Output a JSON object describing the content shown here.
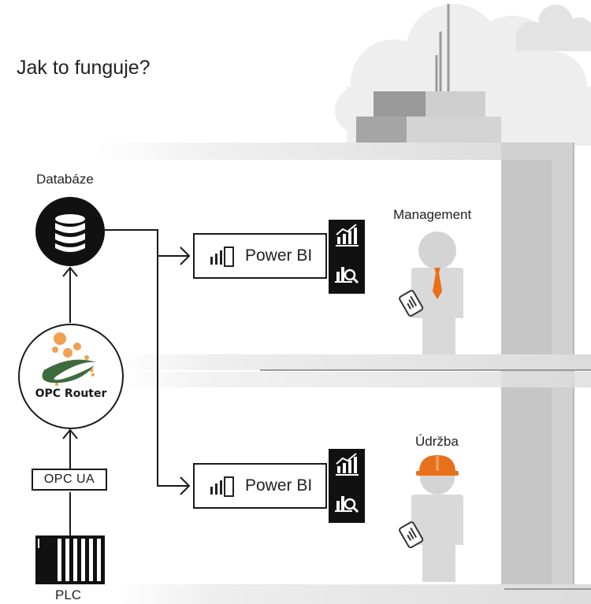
{
  "title": "Jak to funguje?",
  "nodes": {
    "database_label": "Databáze",
    "opc_router_logo_text": "OPC Router",
    "opc_ua_label": "OPC UA",
    "plc_label": "PLC"
  },
  "reports": [
    {
      "label": "Power BI"
    },
    {
      "label": "Power BI"
    }
  ],
  "roles": {
    "management_label": "Management",
    "maintenance_label": "Údržba"
  },
  "colors": {
    "accent_orange": "#e8701a",
    "dark": "#111111",
    "building_gray": "#cfcfcf",
    "figure_gray": "#d6d6d6"
  },
  "icons": [
    "database-icon",
    "opc-router-logo",
    "plc-icon",
    "powerbi-icon",
    "bar-chart-icon",
    "report-search-icon",
    "person-icon",
    "tablet-icon",
    "hardhat-icon",
    "tie-icon",
    "cloud-icon"
  ]
}
